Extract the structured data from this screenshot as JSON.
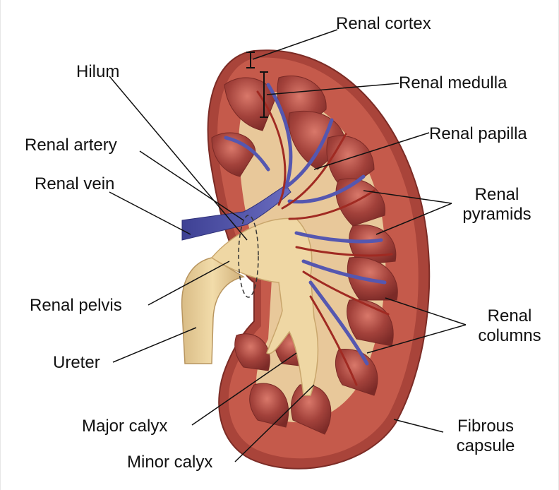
{
  "colors": {
    "capsule": "#a9443a",
    "cortex": "#c55a4b",
    "pyramid": "#9a3a34",
    "pyramid_light": "#c8685c",
    "calyx": "#efd7a4",
    "ureter": "#e8cf9b",
    "vein": "#4d4fa3",
    "artery": "#a02a22",
    "leader": "#111111",
    "background": "#ffffff"
  },
  "labels": {
    "renal_cortex": "Renal cortex",
    "renal_medulla": "Renal medulla",
    "hilum": "Hilum",
    "renal_artery": "Renal artery",
    "renal_papilla": "Renal papilla",
    "renal_vein": "Renal vein",
    "renal_pyramids_1": "Renal",
    "renal_pyramids_2": "pyramids",
    "renal_pelvis": "Renal pelvis",
    "renal_columns_1": "Renal",
    "renal_columns_2": "columns",
    "ureter": "Ureter",
    "major_calyx": "Major calyx",
    "fibrous_capsule_1": "Fibrous",
    "fibrous_capsule_2": "capsule",
    "minor_calyx": "Minor calyx"
  }
}
